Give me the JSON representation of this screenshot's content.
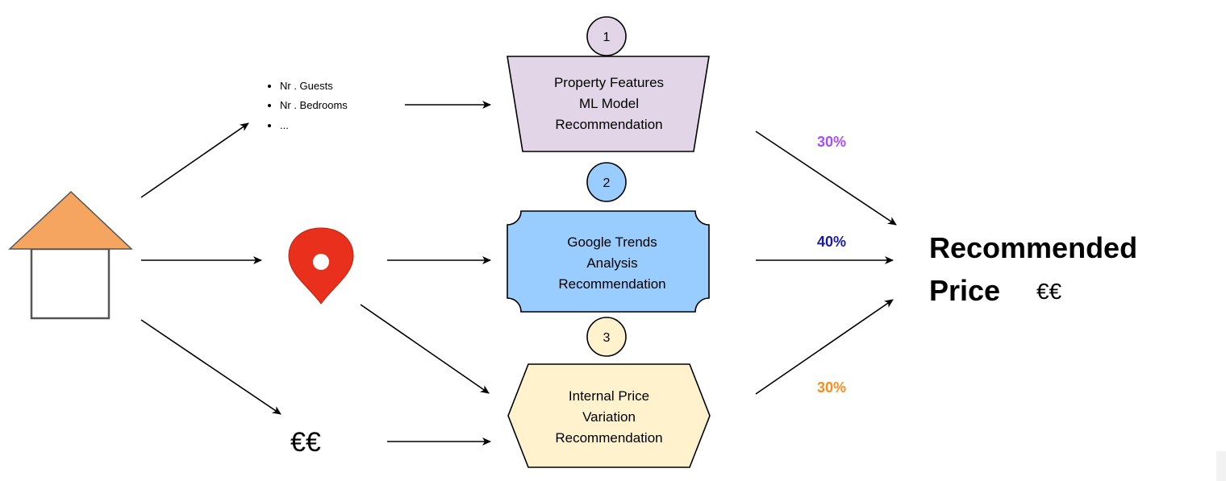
{
  "features": {
    "items": [
      "Nr . Guests",
      "Nr . Bedrooms",
      "..."
    ]
  },
  "location": {
    "icon": "map-pin-icon"
  },
  "price_input": {
    "label": "€€"
  },
  "steps": [
    {
      "number": "1",
      "lines": [
        "Property Features",
        "ML Model",
        "Recommendation"
      ],
      "weight": "30%",
      "color": "#e1d5e7",
      "weight_color": "#a64dff"
    },
    {
      "number": "2",
      "lines": [
        "Google Trends",
        "Analysis",
        "Recommendation"
      ],
      "weight": "40%",
      "color": "#99ccff",
      "weight_color": "#1a1aa6"
    },
    {
      "number": "3",
      "lines": [
        "Internal Price",
        "Variation",
        "Recommendation"
      ],
      "weight": "30%",
      "color": "#fff2cc",
      "weight_color": "#ff8c1a"
    }
  ],
  "output": {
    "line1": "Recommended",
    "line2": "Price",
    "currency": "€€"
  },
  "colors": {
    "house_roof": "#f5a55f",
    "pin": "#e8301c",
    "step1_fill": "#e1d5e7",
    "step2_fill": "#99ccff",
    "step3_fill": "#fff2cc"
  }
}
